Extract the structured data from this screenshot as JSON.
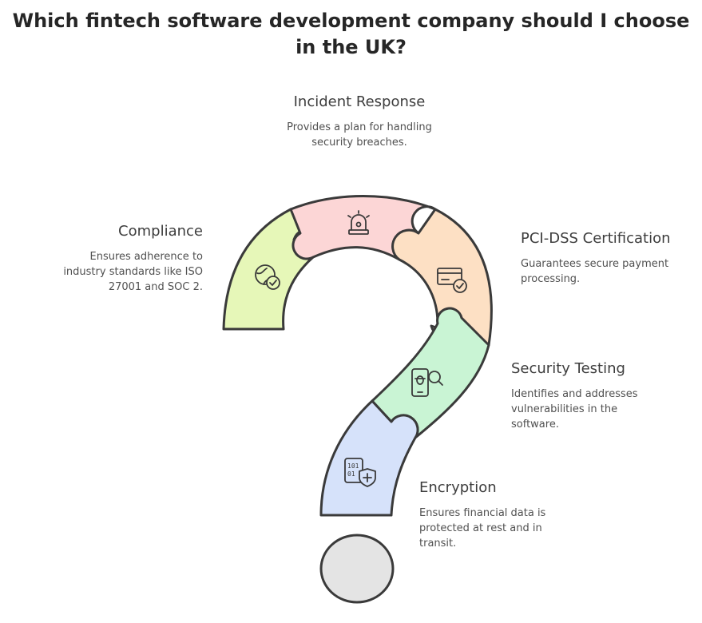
{
  "title": {
    "line1": "Which fintech software development company should I choose",
    "line2": "in the UK?"
  },
  "segments": [
    {
      "id": "incident-response",
      "heading": "Incident Response",
      "desc": [
        "Provides a plan for handling",
        "security breaches."
      ],
      "color": "#fcd6d6",
      "icon": "alarm-siren-icon"
    },
    {
      "id": "compliance",
      "heading": "Compliance",
      "desc": [
        "Ensures adherence to",
        "industry standards like ISO",
        "27001 and SOC 2."
      ],
      "color": "#e6f7b8",
      "icon": "globe-check-icon"
    },
    {
      "id": "pci-dss",
      "heading": "PCI-DSS Certification",
      "desc": [
        "Guarantees secure payment",
        "processing."
      ],
      "color": "#fde0c4",
      "icon": "card-check-icon"
    },
    {
      "id": "security-testing",
      "heading": "Security Testing",
      "desc": [
        "Identifies and addresses",
        "vulnerabilities in the",
        "software."
      ],
      "color": "#c9f4d4",
      "icon": "mobile-bug-search-icon"
    },
    {
      "id": "encryption",
      "heading": "Encryption",
      "desc": [
        "Ensures financial data is",
        "protected at rest and in",
        "transit."
      ],
      "color": "#d6e2fa",
      "icon": "binary-shield-icon"
    }
  ],
  "dot_color": "#e4e4e4",
  "outline_color": "#3a3a3a"
}
